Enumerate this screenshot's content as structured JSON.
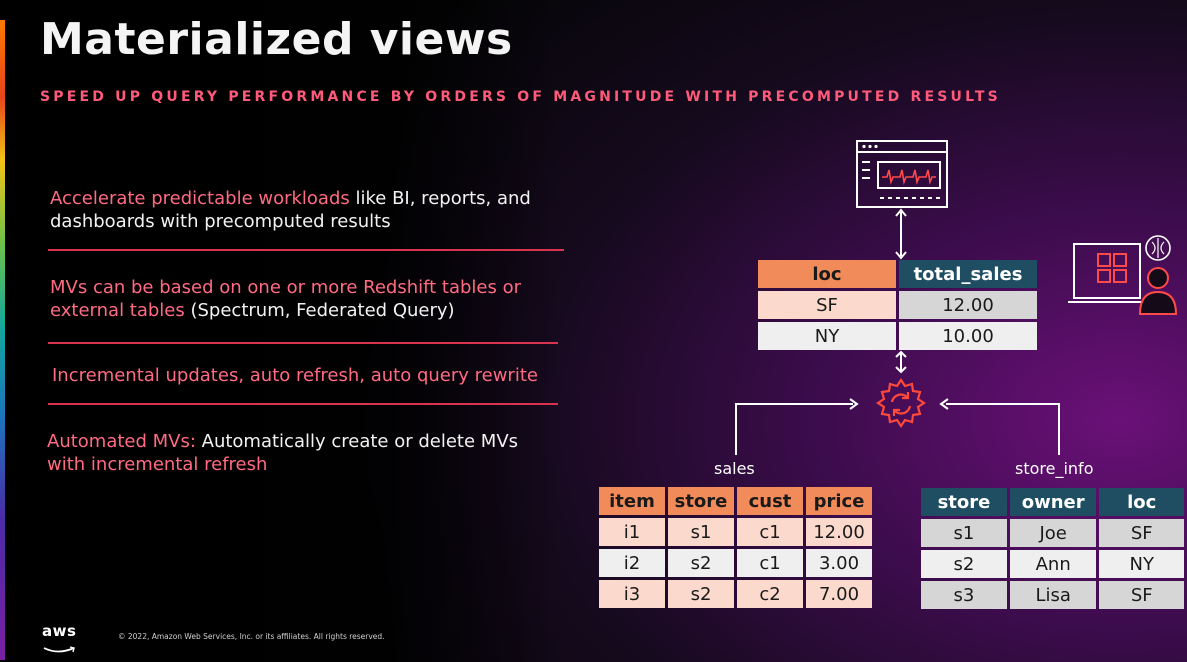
{
  "slide": {
    "title": "Materialized views",
    "subtitle": "SPEED UP QUERY PERFORMANCE BY ORDERS OF MAGNITUDE WITH PRECOMPUTED RESULTS",
    "footer": "© 2022, Amazon Web Services, Inc. or its affiliates. All rights reserved.",
    "logo_text": "aws"
  },
  "bullets": [
    {
      "highlight": "Accelerate predictable workloads",
      "text": " like BI, reports, and dashboards with precomputed results"
    },
    {
      "highlight": "MVs can be based on one or more Redshift tables or external tables",
      "text": " (Spectrum, Federated Query)"
    },
    {
      "highlight": "Incremental updates, auto refresh, auto query rewrite",
      "text": ""
    },
    {
      "highlight": "Automated MVs:",
      "text": " Automatically create or delete MVs",
      "highlight2": "with incremental refresh"
    }
  ],
  "mv_table": {
    "headers": [
      "loc",
      "total_sales"
    ],
    "rows": [
      [
        "SF",
        "12.00"
      ],
      [
        "NY",
        "10.00"
      ]
    ]
  },
  "sales_table": {
    "label": "sales",
    "headers": [
      "item",
      "store",
      "cust",
      "price"
    ],
    "rows": [
      [
        "i1",
        "s1",
        "c1",
        "12.00"
      ],
      [
        "i2",
        "s2",
        "c1",
        "3.00"
      ],
      [
        "i3",
        "s2",
        "c2",
        "7.00"
      ]
    ]
  },
  "store_info_table": {
    "label": "store_info",
    "headers": [
      "store",
      "owner",
      "loc"
    ],
    "rows": [
      [
        "s1",
        "Joe",
        "SF"
      ],
      [
        "s2",
        "Ann",
        "NY"
      ],
      [
        "s3",
        "Lisa",
        "SF"
      ]
    ]
  },
  "colors": {
    "accent": "#ff6b82",
    "orange_header": "#f28b5a",
    "teal_header": "#1f4e63"
  },
  "icons": [
    "dashboard-monitor-icon",
    "refresh-gear-icon",
    "laptop-ml-user-icon",
    "aws-logo"
  ]
}
